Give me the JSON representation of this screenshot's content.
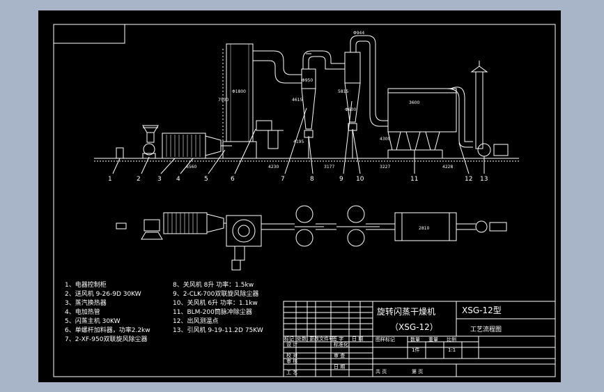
{
  "legend": [
    "1、电器控制柜",
    "2、送风机  9-26-9D 30KW",
    "3、蒸汽换热器",
    "4、电加热管",
    "5、闪蒸主机  30KW",
    "6、单螺杆加料器，功率2.2kw",
    "7、2-XF-950双联旋风除尘器",
    "8、关风机 8升  功率：1.5kw",
    "9、2-CLK-700双联旋风除尘器",
    "10、关风机 6升 功率：1.1kw",
    "11、BLM-200筒脉冲除尘器",
    "12、出风测温点",
    "13、引风机  9-19-11.2D 75KW"
  ],
  "callouts": [
    "1",
    "2",
    "3",
    "4",
    "5",
    "6",
    "7",
    "8",
    "9",
    "10",
    "11",
    "12",
    "13"
  ],
  "dimensions": {
    "bottom": [
      "6560",
      "4230",
      "3177",
      "3227",
      "4228"
    ],
    "vertical": [
      "7500",
      "4615",
      "4195",
      "5815",
      "4300"
    ],
    "diam": [
      "Φ1800",
      "Φ950",
      "Φ944",
      "Φ600"
    ],
    "widths": [
      "3600",
      "2810"
    ]
  },
  "title_block": {
    "title": "旋转闪蒸干燥机",
    "subtitle": "（XSG-12）",
    "model": "XSG-12型",
    "drawing_name": "工艺流程图",
    "row_headers": [
      "标记",
      "处数",
      "更改文件号",
      "签  字",
      "日  期"
    ],
    "roles": [
      "设  计",
      "校  对",
      "审  核",
      "工  艺"
    ],
    "mid_labels": [
      "标准化",
      "审  查",
      "日  期"
    ],
    "stage_labels": [
      "图样标记",
      "数量",
      "重量",
      "比例"
    ],
    "qty": "1件",
    "scale": "1:1",
    "sheets_total": "共     页",
    "sheet_no": "第     页"
  }
}
